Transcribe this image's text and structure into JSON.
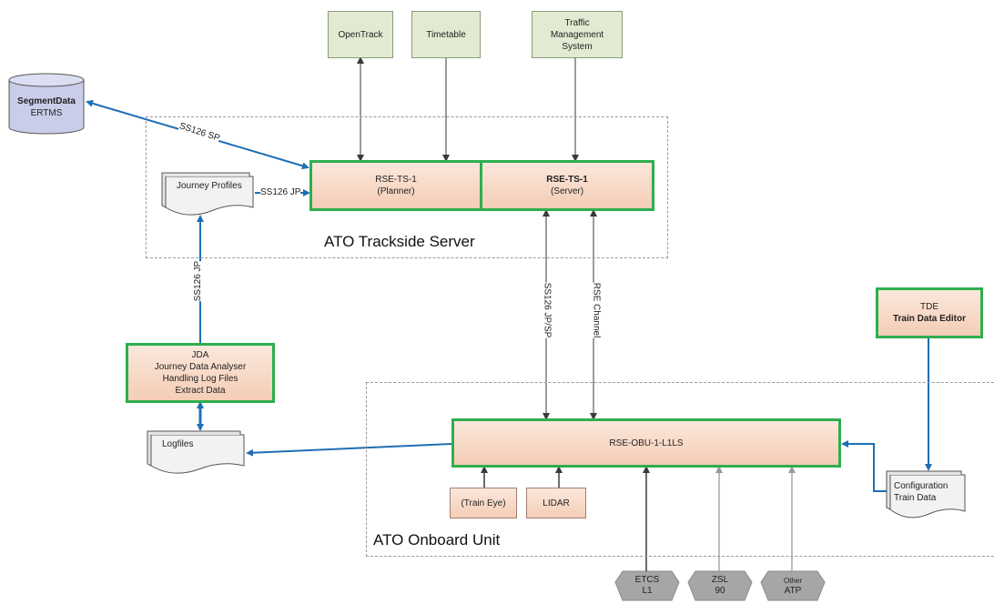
{
  "regions": {
    "trackside": "ATO Trackside Server",
    "onboard": "ATO Onboard Unit"
  },
  "nodes": {
    "segment_data": {
      "title": "SegmentData",
      "subtitle": "ERTMS"
    },
    "opentrack": "OpenTrack",
    "timetable": "Timetable",
    "tms": [
      "Traffic",
      "Management",
      "System"
    ],
    "journey_profiles": "Journey Profiles",
    "planner": [
      "RSE-TS-1",
      "(Planner)"
    ],
    "server": [
      "RSE-TS-1",
      "(Server)"
    ],
    "jda": [
      "JDA",
      "Journey Data Analyser",
      "Handling Log Files",
      "Extract Data"
    ],
    "tde": [
      "TDE",
      "Train Data Editor"
    ],
    "logfiles": "Logfiles",
    "obu": "RSE-OBU-1-L1LS",
    "train_eye": "(Train Eye)",
    "lidar": "LIDAR",
    "config": [
      "Configuration",
      "Train Data"
    ],
    "etcs": [
      "ETCS",
      "L1"
    ],
    "zsl": [
      "ZSL",
      "90"
    ],
    "other_atp": [
      "Other",
      "ATP"
    ]
  },
  "edge_labels": {
    "ss126_sp": "SS126 SP",
    "ss126_jp_h": "SS126 JP",
    "ss126_jp_v": "SS126 JP",
    "ss126_jpsp": "SS126 JP/SP",
    "rse_channel": "RSE Channel"
  },
  "colors": {
    "green_border": "#2eae4e",
    "light_green_fill": "#e2ebd2",
    "peach_fill": "#f4cdb6",
    "blue_arrow": "#1f6eb4",
    "dark_arrow": "#3a3a3a",
    "gray_arrow": "#a9a9a9"
  }
}
